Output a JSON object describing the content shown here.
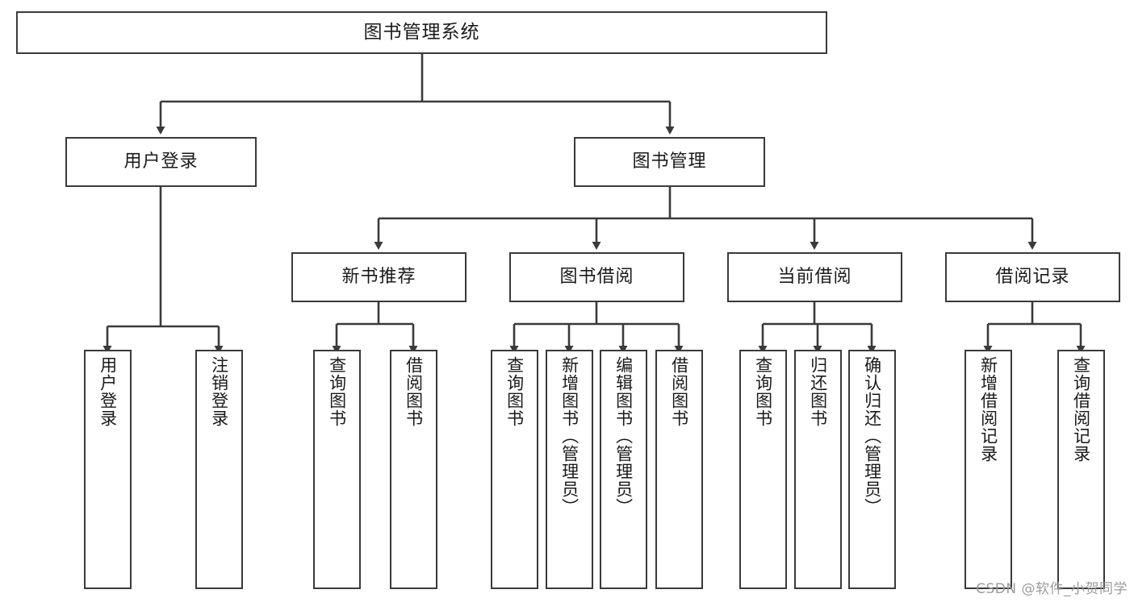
{
  "diagram": {
    "title": "图书管理系统",
    "type": "hierarchy-tree",
    "colors": {
      "box_border": "#3a3a3a",
      "box_fill": "#ffffff",
      "connector": "#3a3a3a",
      "text": "#1a1a1a",
      "watermark": "#9b9b9b"
    },
    "root": {
      "label": "图书管理系统"
    },
    "level2": [
      {
        "label": "用户登录"
      },
      {
        "label": "图书管理"
      }
    ],
    "level3": [
      {
        "label": "新书推荐"
      },
      {
        "label": "图书借阅"
      },
      {
        "label": "当前借阅"
      },
      {
        "label": "借阅记录"
      }
    ],
    "leaves": {
      "user_login": [
        {
          "label": "用户登录"
        },
        {
          "label": "注销登录"
        }
      ],
      "new_book_recommend": [
        {
          "label": "查询图书"
        },
        {
          "label": "借阅图书"
        }
      ],
      "book_borrow": [
        {
          "label": "查询图书"
        },
        {
          "label": "新增图书（管理员）"
        },
        {
          "label": "编辑图书（管理员）"
        },
        {
          "label": "借阅图书"
        }
      ],
      "current_borrow": [
        {
          "label": "查询图书"
        },
        {
          "label": "归还图书"
        },
        {
          "label": "确认归还（管理员）"
        }
      ],
      "borrow_record": [
        {
          "label": "新增借阅记录"
        },
        {
          "label": "查询借阅记录"
        }
      ]
    }
  },
  "watermark": {
    "text": "CSDN @软件_小贺同学"
  }
}
